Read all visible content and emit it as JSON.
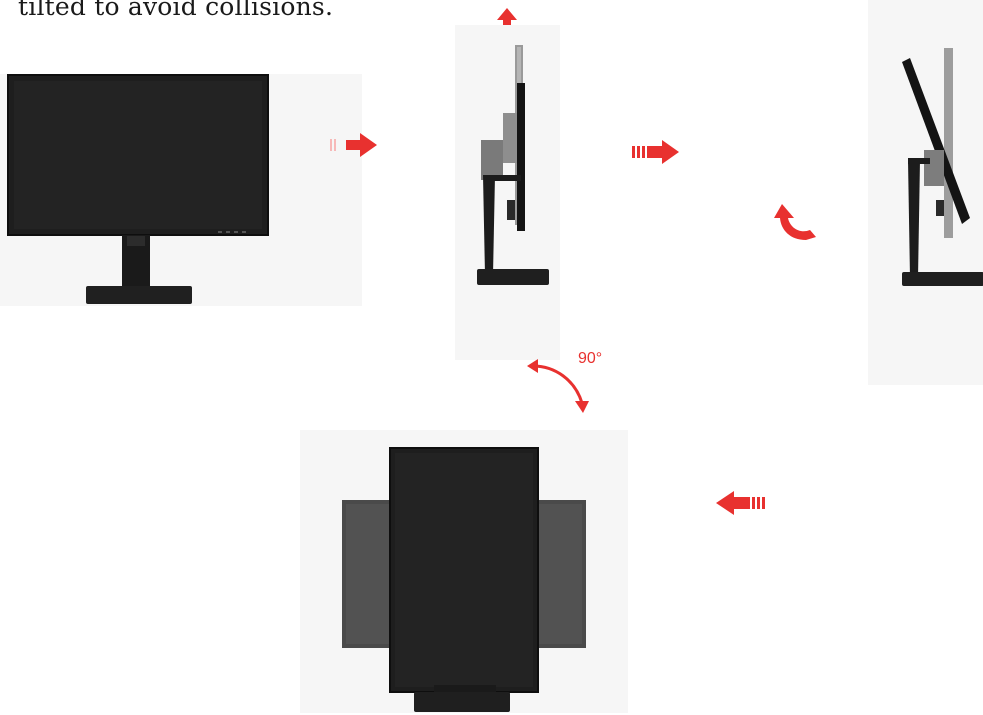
{
  "caption": "tilted to avoid collisions.",
  "rotation_label": "90°",
  "colors": {
    "arrow": "#e8312f",
    "arrow_light": "#f7b9b8",
    "monitor": "#1e1e1e",
    "monitor_bezel": "#0e0e0e",
    "back_screen": "#4a4a4a",
    "stand_gray": "#8e8e8e",
    "panel_bg": "#f6f6f6"
  },
  "steps": [
    {
      "view": "front"
    },
    {
      "view": "side-raised"
    },
    {
      "view": "side-tilted"
    },
    {
      "view": "front-rotated-portrait"
    }
  ],
  "arrows": [
    {
      "direction": "up"
    },
    {
      "direction": "right"
    },
    {
      "direction": "right"
    },
    {
      "direction": "curved-tilt"
    },
    {
      "direction": "curved-rotate"
    },
    {
      "direction": "left"
    }
  ]
}
